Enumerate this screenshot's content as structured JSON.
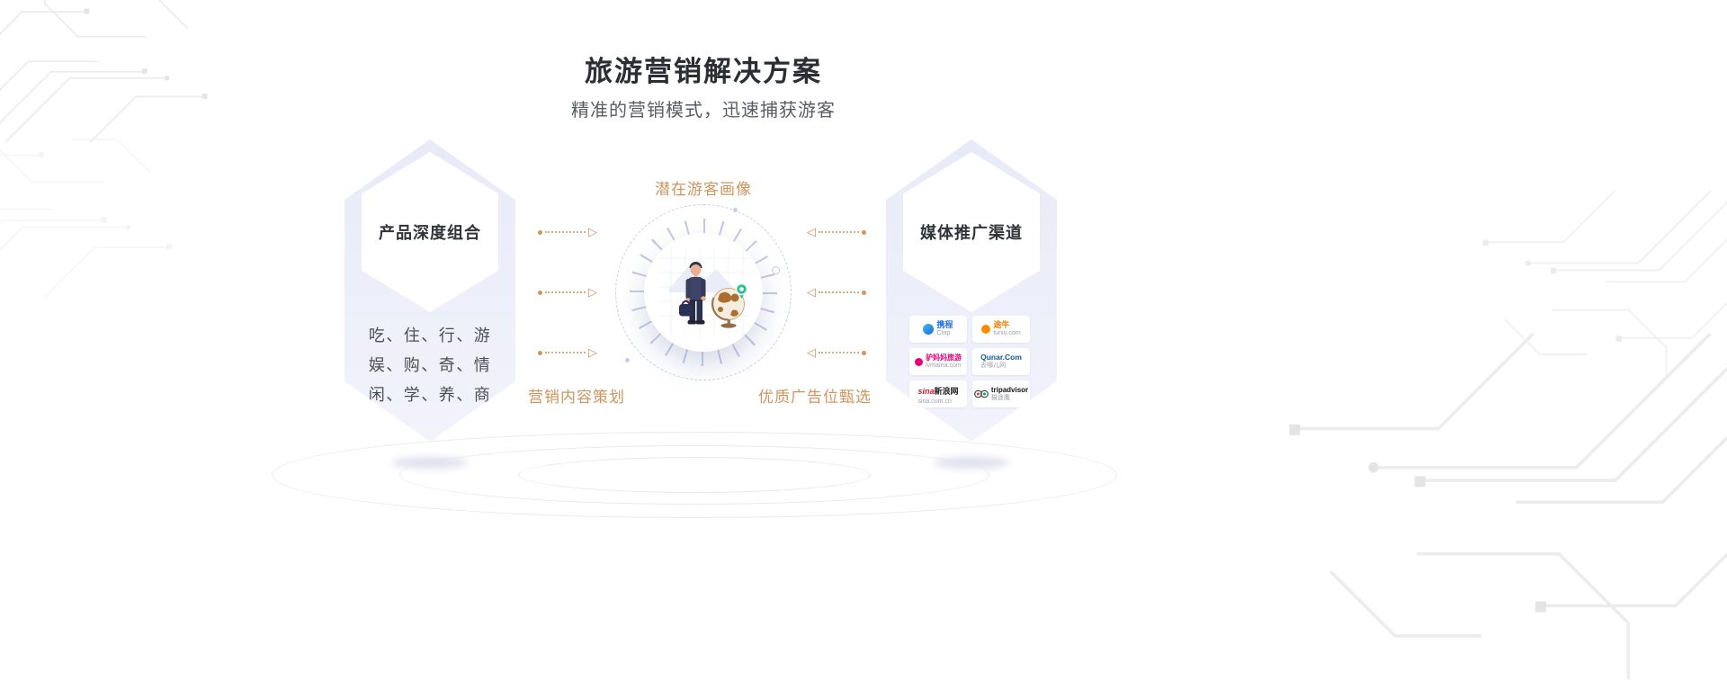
{
  "header": {
    "title": "旅游营销解决方案",
    "subtitle": "精准的营销模式，迅速捕获游客"
  },
  "left_card": {
    "title": "产品深度组合",
    "lines": [
      "吃、住、行、游",
      "娱、购、奇、情",
      "闲、学、养、商"
    ]
  },
  "diagram": {
    "top_label": "潜在游客画像",
    "bottom_left_label": "营销内容策划",
    "bottom_right_label": "优质广告位甄选"
  },
  "right_card": {
    "title": "媒体推广渠道",
    "logos": [
      {
        "name": "ctrip",
        "main": "携程",
        "sub": "Ctrip",
        "color": "#1e6fe0"
      },
      {
        "name": "tuniu",
        "main": "途牛",
        "sub": "tuniu.com",
        "color": "#ff7a00"
      },
      {
        "name": "lvmama",
        "main": "驴妈妈旅游",
        "sub": "lvmama.com",
        "color": "#e5007d"
      },
      {
        "name": "qunar",
        "main": "Qunar.Com",
        "sub": "去哪儿网",
        "color": "#0b5aa0"
      },
      {
        "name": "sina",
        "main": "sina",
        "main2": "新浪网",
        "sub": "sina.com.cn",
        "color": "#e6162d"
      },
      {
        "name": "tripadvisor",
        "main": "tripadvisor",
        "sub": "猫途鹰",
        "color": "#111111"
      }
    ]
  },
  "colors": {
    "accent": "#d2945e",
    "card_fill": "#edeffa",
    "title_text": "#2b2e33"
  }
}
